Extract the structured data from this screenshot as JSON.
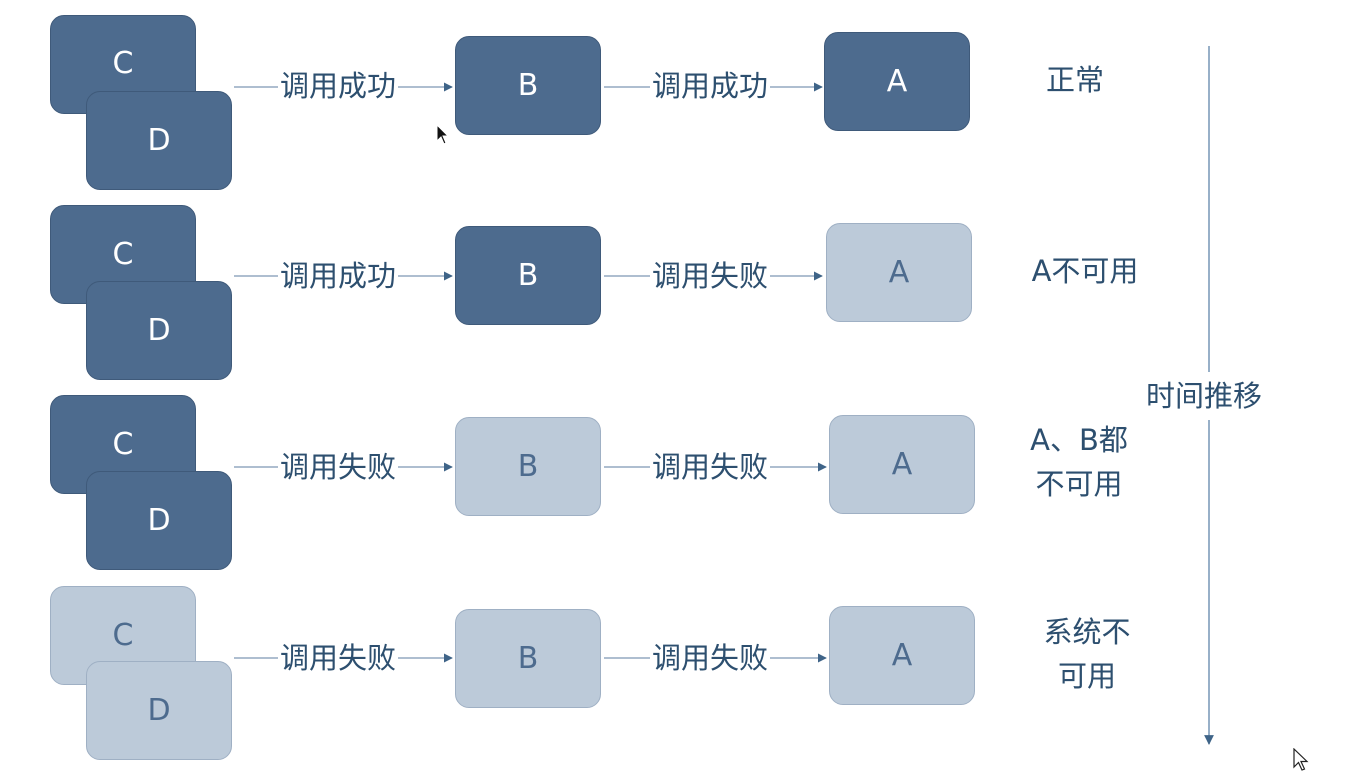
{
  "nodes": {
    "a": "A",
    "b": "B",
    "c": "C",
    "d": "D"
  },
  "rows": [
    {
      "edge1": "调用成功",
      "edge2": "调用成功",
      "status_line1": "正常",
      "status_line2": "",
      "states": {
        "c": "available",
        "d": "available",
        "b": "available",
        "a": "available"
      }
    },
    {
      "edge1": "调用成功",
      "edge2": "调用失败",
      "status_line1": "A不可用",
      "status_line2": "",
      "states": {
        "c": "available",
        "d": "available",
        "b": "available",
        "a": "unavailable"
      }
    },
    {
      "edge1": "调用失败",
      "edge2": "调用失败",
      "status_line1": "A、B都",
      "status_line2": "不可用",
      "states": {
        "c": "available",
        "d": "available",
        "b": "unavailable",
        "a": "unavailable"
      }
    },
    {
      "edge1": "调用失败",
      "edge2": "调用失败",
      "status_line1": "系统不",
      "status_line2": "可用",
      "states": {
        "c": "unavailable",
        "d": "unavailable",
        "b": "unavailable",
        "a": "unavailable"
      }
    }
  ],
  "timeline": {
    "label": "时间推移"
  },
  "colors": {
    "available_fill": "#4d6b8e",
    "unavailable_fill": "#bccad9",
    "line": "#5b7fa3",
    "text": "#2d4f6f"
  },
  "icons": [
    "arrow-cursor-icon",
    "pointer-cursor-icon"
  ]
}
